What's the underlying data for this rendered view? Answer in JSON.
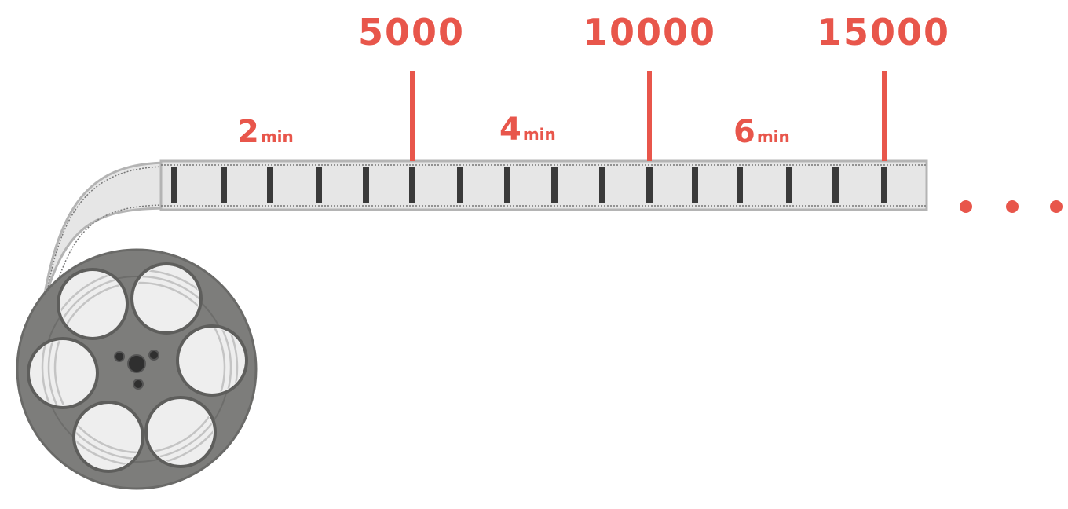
{
  "colors": {
    "accent": "#e8564b",
    "film": "#e6e6e6",
    "film_edge": "#b4b4b4",
    "frame_divider": "#3a3a3a",
    "reel_body": "#7d7d7b",
    "reel_rim": "#5e5e5c",
    "reel_window": "#eeeeee"
  },
  "markers": [
    {
      "value": "5000"
    },
    {
      "value": "10000"
    },
    {
      "value": "15000"
    }
  ],
  "durations": [
    {
      "number": "2",
      "unit": "min"
    },
    {
      "number": "4",
      "unit": "min"
    },
    {
      "number": "6",
      "unit": "min"
    }
  ],
  "frame_divider_count": 16,
  "continuation_dots": 3,
  "icons": [
    "film-reel-icon",
    "film-strip-icon",
    "ellipsis-icon"
  ]
}
